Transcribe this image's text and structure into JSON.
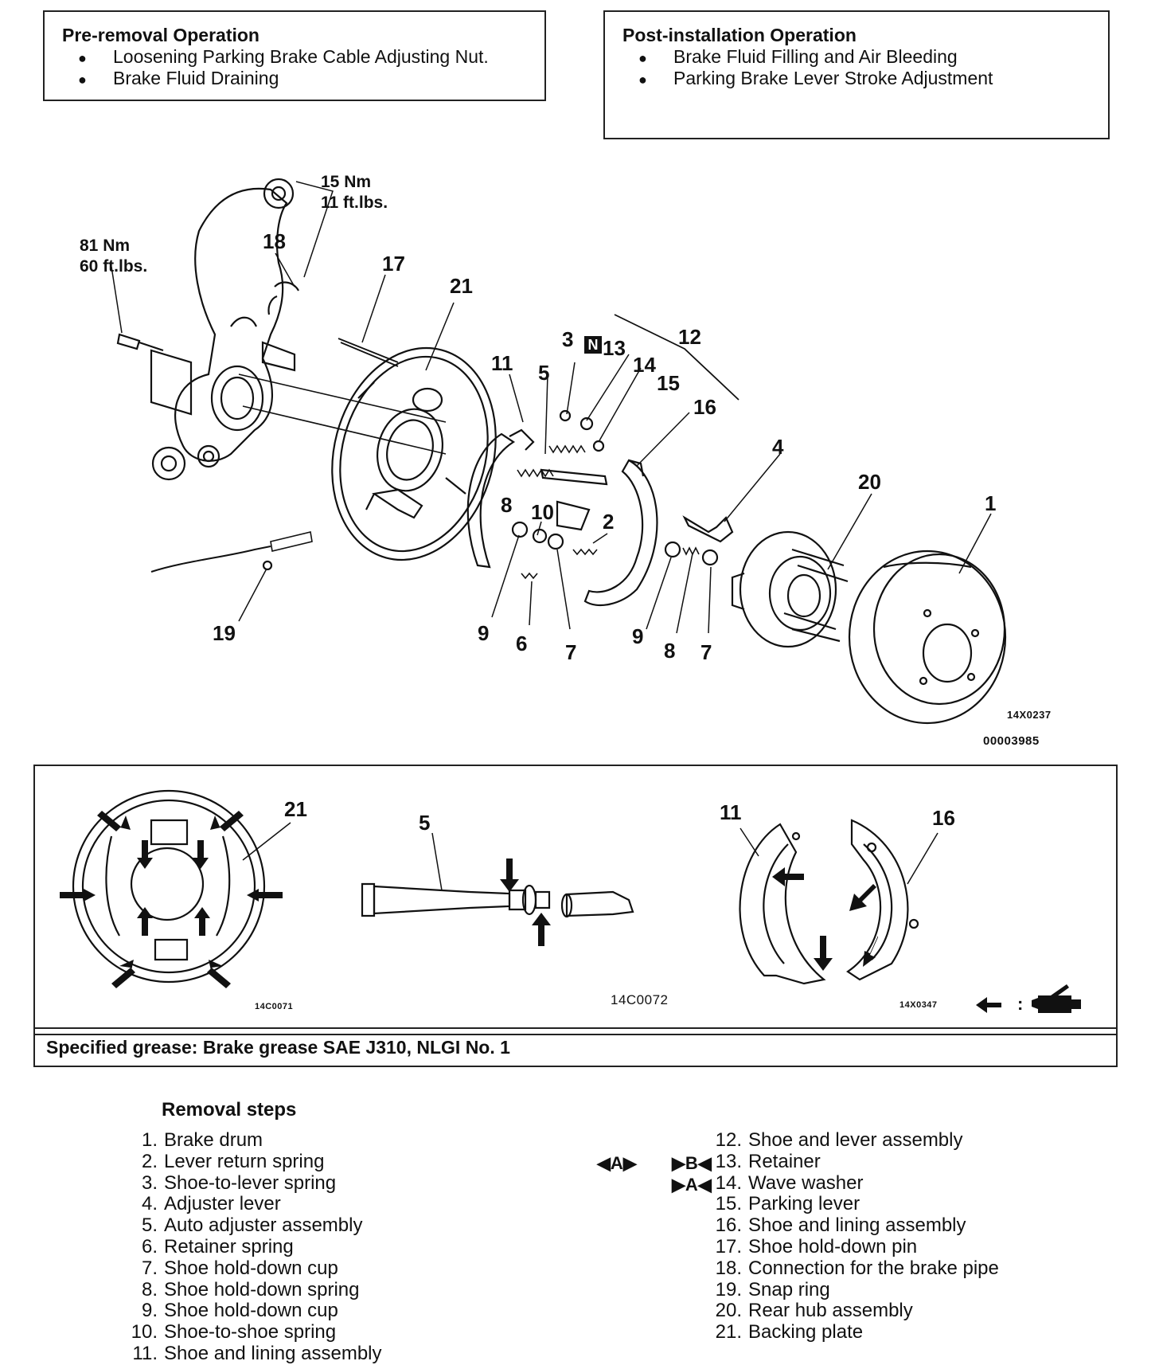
{
  "pre_removal": {
    "title": "Pre-removal Operation",
    "items": [
      "Loosening Parking Brake Cable Adjusting Nut.",
      "Brake Fluid Draining"
    ]
  },
  "post_installation": {
    "title": "Post-installation Operation",
    "items": [
      "Brake Fluid Filling and Air Bleeding",
      "Parking Brake Lever Stroke Adjustment"
    ]
  },
  "main_diagram": {
    "torque_1": [
      "15 Nm",
      "11 ft.lbs."
    ],
    "torque_2": [
      "81 Nm",
      "60 ft.lbs."
    ],
    "callouts": [
      "18",
      "17",
      "21",
      "11",
      "5",
      "3",
      "13",
      "14",
      "15",
      "12",
      "16",
      "4",
      "20",
      "1",
      "8",
      "10",
      "2",
      "9",
      "6",
      "7",
      "9",
      "8",
      "7",
      "19"
    ],
    "new_part_marker": "N",
    "code_1": "14X0237",
    "code_2": "00003985"
  },
  "grease_panel": {
    "callouts": [
      "21",
      "5",
      "11",
      "16"
    ],
    "codes": [
      "14C0071",
      "14C0072",
      "14X0347"
    ],
    "legend_symbol": ":",
    "specified_grease": "Specified grease: Brake grease SAE J310, NLGI No. 1"
  },
  "removal": {
    "title": "Removal steps",
    "left": [
      {
        "num": "1.",
        "text": "Brake drum"
      },
      {
        "num": "2.",
        "text": "Lever return spring"
      },
      {
        "num": "3.",
        "text": "Shoe-to-lever spring"
      },
      {
        "num": "4.",
        "text": "Adjuster lever"
      },
      {
        "num": "5.",
        "text": "Auto adjuster assembly"
      },
      {
        "num": "6.",
        "text": "Retainer spring"
      },
      {
        "num": "7.",
        "text": "Shoe hold-down cup"
      },
      {
        "num": "8.",
        "text": "Shoe hold-down spring"
      },
      {
        "num": "9.",
        "text": "Shoe hold-down cup"
      },
      {
        "num": "10.",
        "text": "Shoe-to-shoe spring"
      },
      {
        "num": "11.",
        "text": "Shoe and lining assembly"
      }
    ],
    "right": [
      {
        "num": "12.",
        "text": "Shoe and lever assembly"
      },
      {
        "num": "13.",
        "text": "Retainer"
      },
      {
        "num": "14.",
        "text": "Wave washer"
      },
      {
        "num": "15.",
        "text": "Parking lever"
      },
      {
        "num": "16.",
        "text": "Shoe and lining assembly"
      },
      {
        "num": "17.",
        "text": "Shoe hold-down pin"
      },
      {
        "num": "18.",
        "text": "Connection for the brake pipe"
      },
      {
        "num": "19.",
        "text": "Snap ring"
      },
      {
        "num": "20.",
        "text": "Rear hub assembly"
      },
      {
        "num": "21.",
        "text": "Backing plate"
      }
    ],
    "markers": {
      "row13_a": "A",
      "row13_b": "B",
      "row14_a": "A"
    }
  }
}
